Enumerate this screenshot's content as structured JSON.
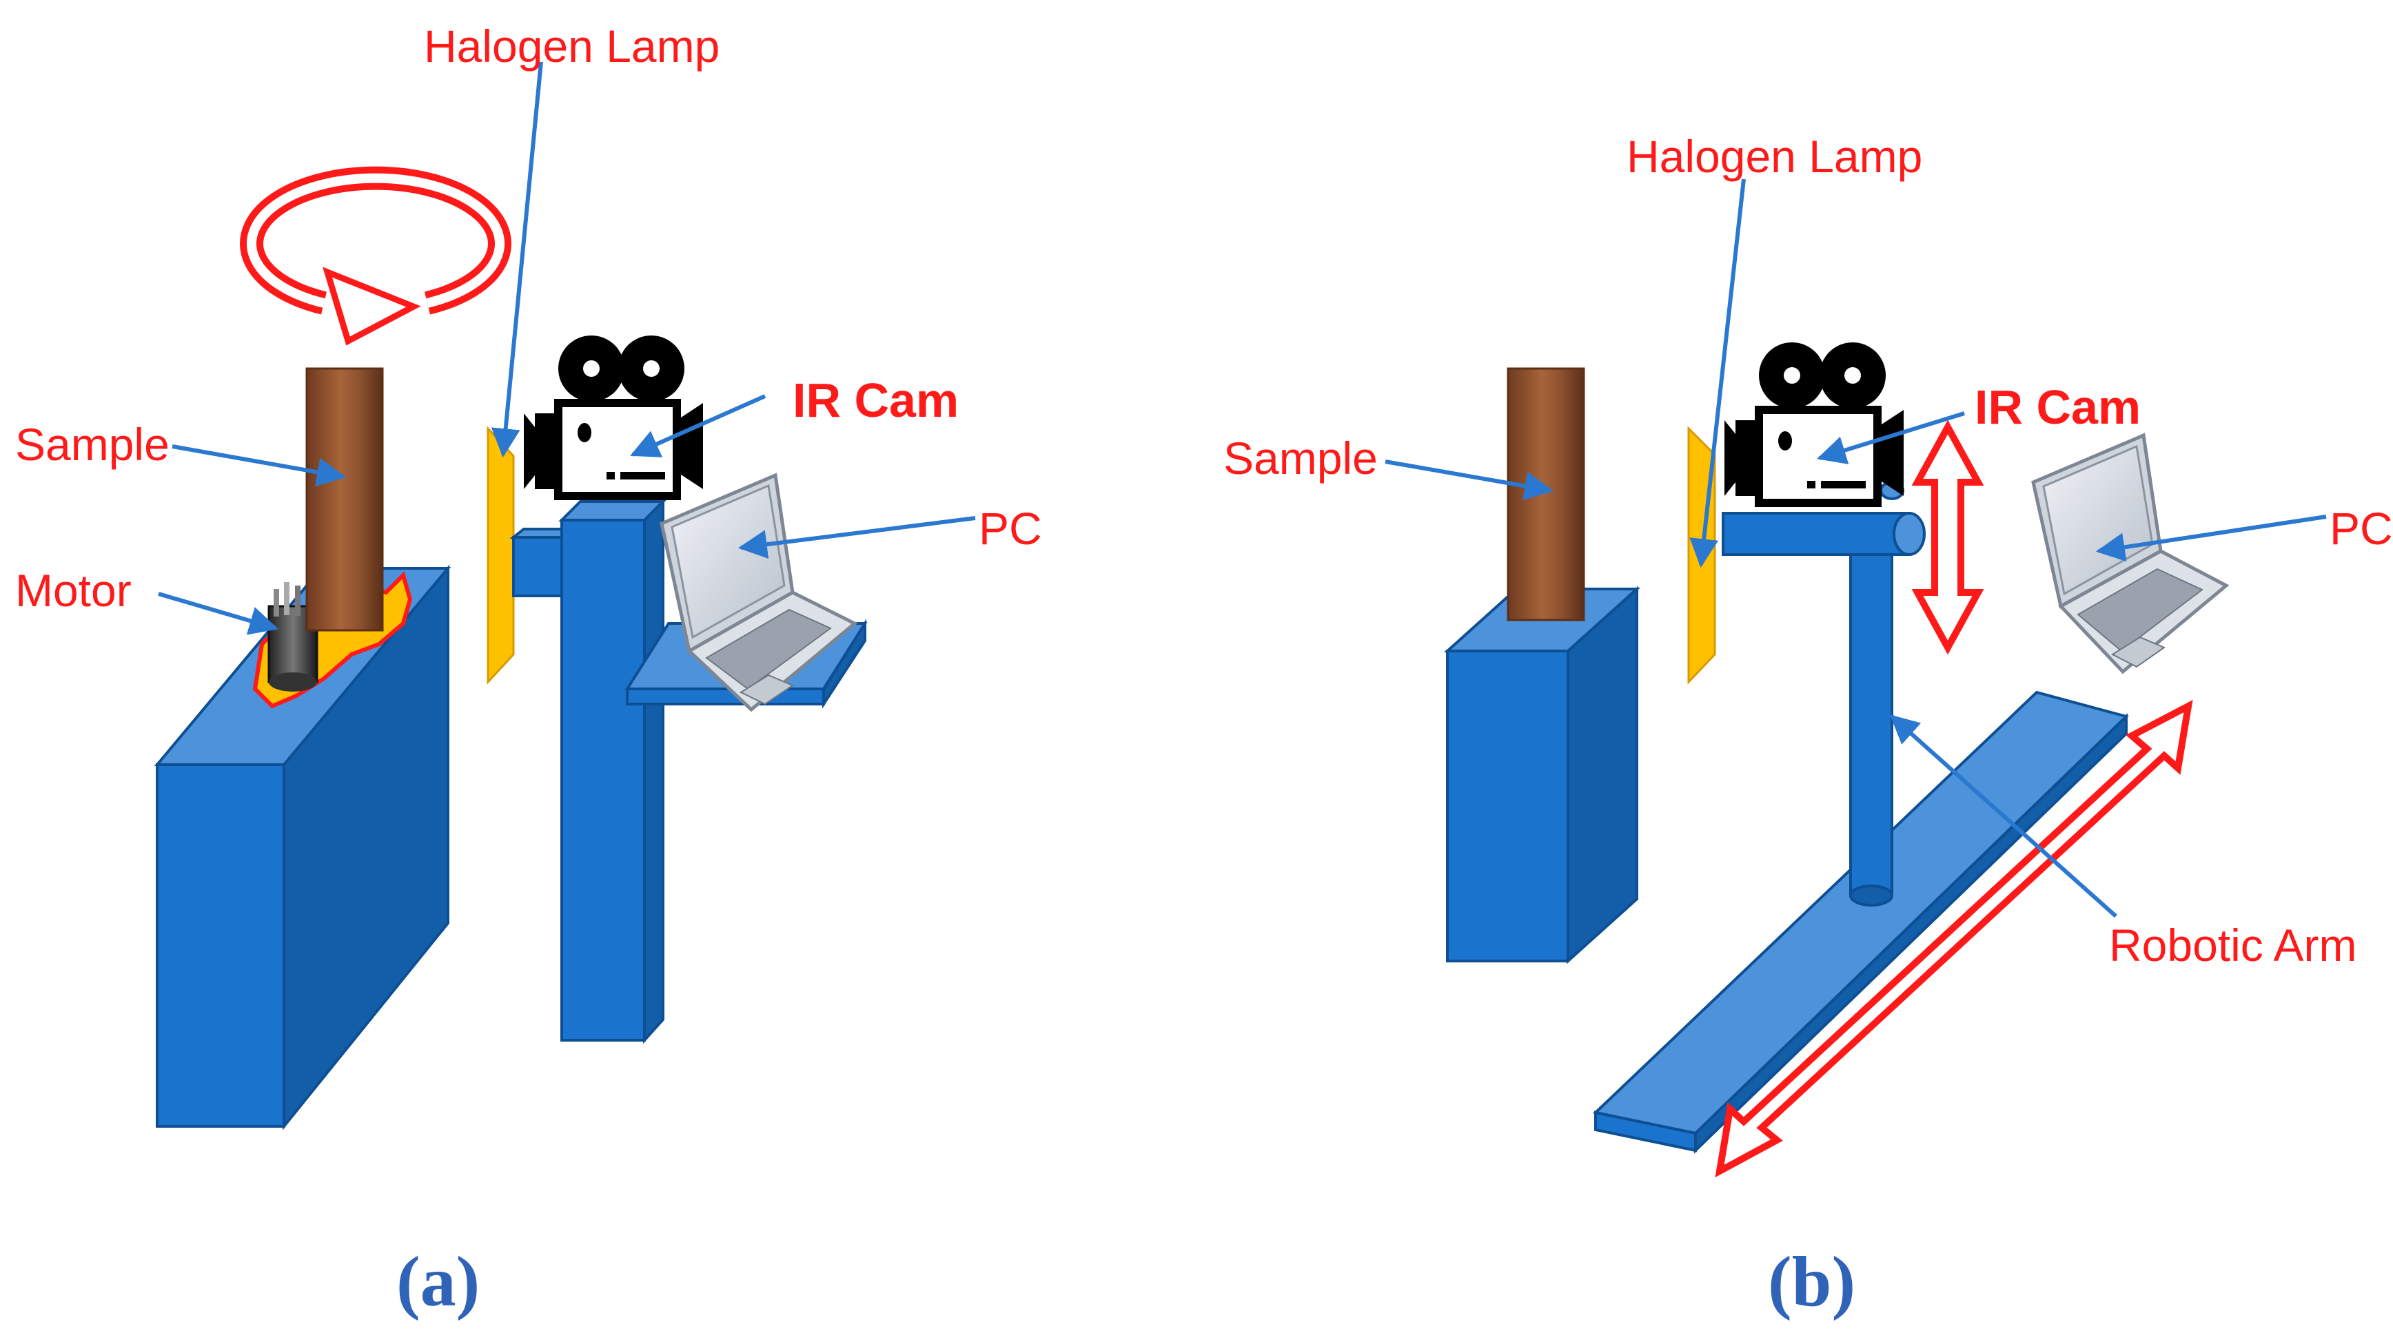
{
  "panel_a": {
    "labels": {
      "halogen_lamp": "Halogen Lamp",
      "ir_cam": "IR Cam",
      "sample": "Sample",
      "motor": "Motor",
      "pc": "PC"
    },
    "caption": "(a)"
  },
  "panel_b": {
    "labels": {
      "halogen_lamp": "Halogen Lamp",
      "ir_cam": "IR Cam",
      "sample": "Sample",
      "pc": "PC",
      "robotic_arm": "Robotic Arm"
    },
    "caption": "(b)"
  },
  "colors": {
    "label_red": "#ff1a1a",
    "callout_blue": "#2b78d0",
    "stand_blue": "#1a73cc",
    "lamp_yellow": "#ffc000",
    "sample_brown": "#9c5a34",
    "arrow_red": "#ff1a1a",
    "caption_blue": "#2f63b8"
  }
}
